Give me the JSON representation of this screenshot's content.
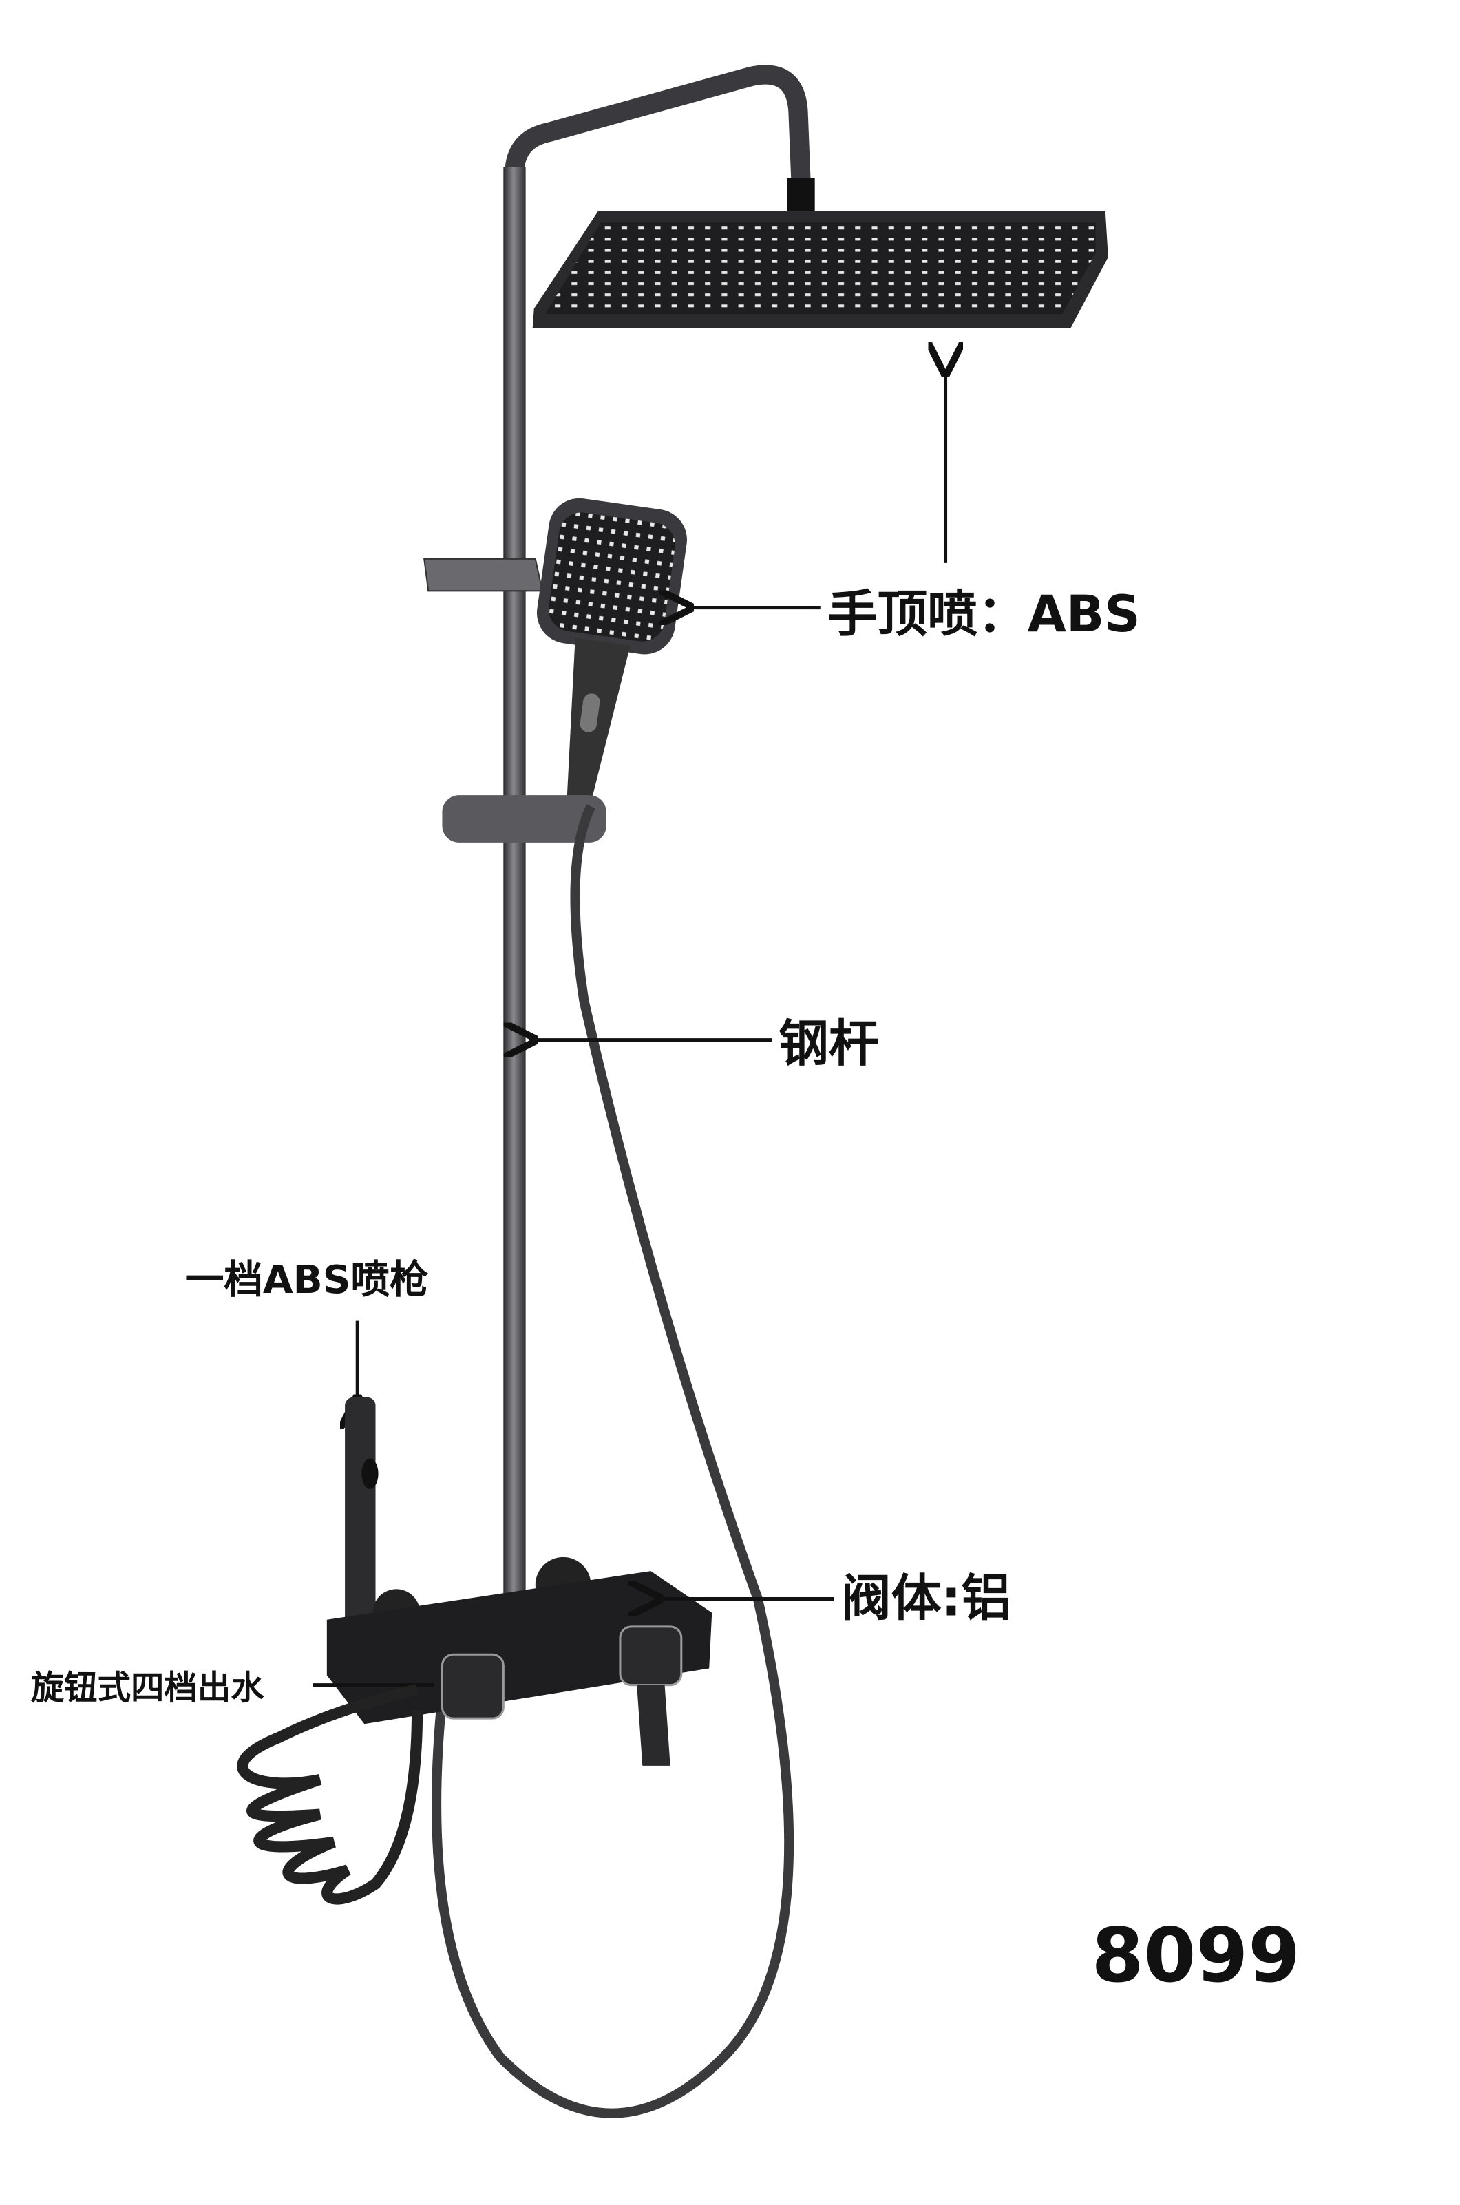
{
  "labels": {
    "rain_head": "手顶喷：ABS",
    "steel_rod": "钢杆",
    "spray_gun": "一档ABS喷枪",
    "valve_body": "阀体:铝",
    "knob_outlet": "旋钮式四档出水"
  },
  "model_number": "8099",
  "colors": {
    "metal": "#4a4a4e",
    "dark": "#1c1c1e",
    "text": "#111111"
  }
}
